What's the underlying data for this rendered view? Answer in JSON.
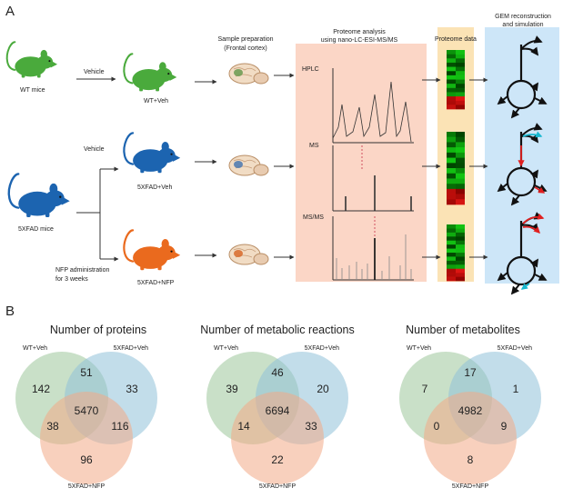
{
  "panel_a": {
    "label": "A",
    "wt_mice": "WT mice",
    "fad_mice": "5XFAD mice",
    "vehicle_top": "Vehicle",
    "vehicle_mid": "Vehicle",
    "nfp_line1": "NFP administration",
    "nfp_line2": "for 3 weeks",
    "group_wt": "WT+Veh",
    "group_fad": "5XFAD+Veh",
    "group_nfp": "5XFAD+NFP",
    "sample_line1": "Sample preparation",
    "sample_line2": "(Frontal cortex)",
    "proteome_line1": "Proteome analysis",
    "proteome_line2": "using nano-LC-ESI-MS/MS",
    "hplc": "HPLC",
    "ms": "MS",
    "msms": "MS/MS",
    "proteome_data": "Proteome data",
    "gem_line1": "GEM reconstruction",
    "gem_line2": "and simulation",
    "colors": {
      "wt": "#4aaa3c",
      "fad": "#1c64b0",
      "nfp": "#ea6a1e",
      "proteome_bg": "#fbd6c6",
      "data_bg": "#fbe3b5",
      "gem_bg": "#cde6f8"
    }
  },
  "panel_b": {
    "label": "B",
    "venns": [
      {
        "title": "Number of proteins",
        "label_a": "WT+Veh",
        "label_b": "5XFAD+Veh",
        "label_c": "5XFAD+NFP",
        "only_a": "142",
        "only_b": "33",
        "only_c": "96",
        "ab": "51",
        "ac": "38",
        "bc": "116",
        "abc": "5470"
      },
      {
        "title": "Number of metabolic reactions",
        "label_a": "WT+Veh",
        "label_b": "5XFAD+Veh",
        "label_c": "5XFAD+NFP",
        "only_a": "39",
        "only_b": "20",
        "only_c": "22",
        "ab": "46",
        "ac": "14",
        "bc": "33",
        "abc": "6694"
      },
      {
        "title": "Number of metabolites",
        "label_a": "WT+Veh",
        "label_b": "5XFAD+Veh",
        "label_c": "5XFAD+NFP",
        "only_a": "7",
        "only_b": "1",
        "only_c": "8",
        "ab": "17",
        "ac": "0",
        "bc": "9",
        "abc": "4982"
      }
    ],
    "colors": {
      "a": "#9cc79a",
      "b": "#8fc1d9",
      "c": "#f3a987"
    }
  }
}
